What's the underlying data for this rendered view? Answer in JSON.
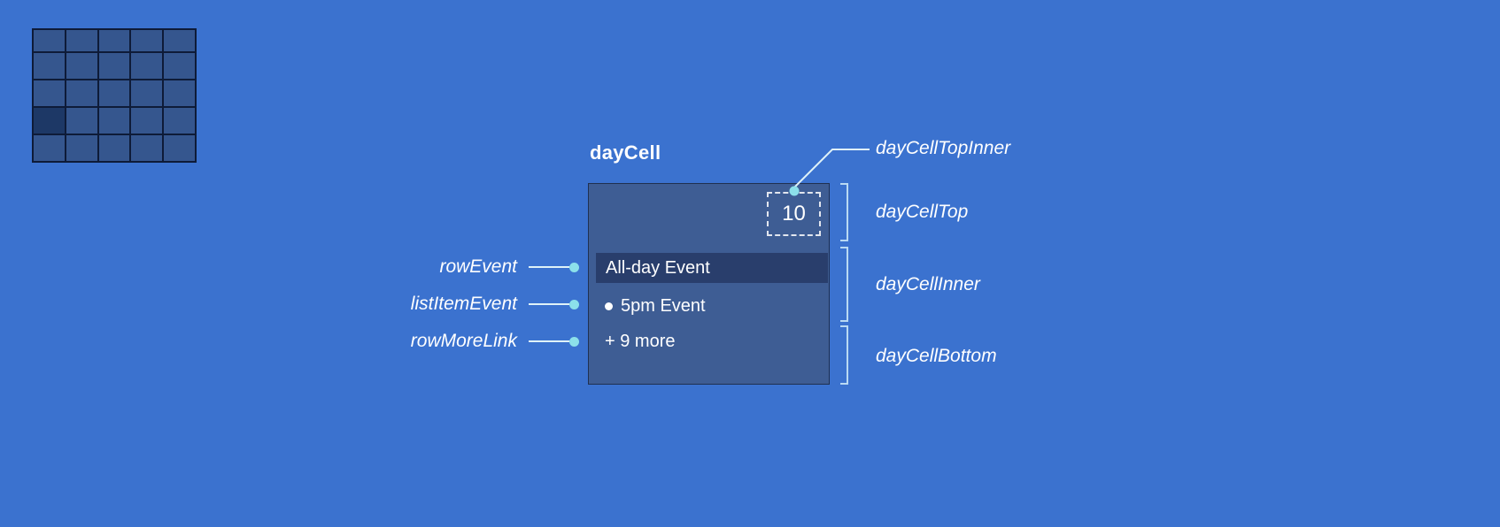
{
  "colors": {
    "background": "#3b72cf",
    "text": "#ffffff",
    "box_fill": "#3e5d94",
    "box_border": "#203050",
    "allday_bar": "#293e6c",
    "connector_line": "#dff2f8",
    "connector_dot": "#8ce0ea",
    "bracket": "#b9d9f3",
    "calendar_cell": "#35568e",
    "calendar_cell_highlight": "#1d3866",
    "calendar_grid_line": "#0e1b38"
  },
  "mini_calendar": {
    "rows": 5,
    "cols": 5,
    "highlighted_cell": {
      "row": 3,
      "col": 0
    }
  },
  "diagram": {
    "title": "dayCell",
    "day_number": "10",
    "events": {
      "all_day": "All-day Event",
      "list_item": "5pm Event",
      "more_link": "+ 9 more"
    },
    "left_labels": [
      {
        "label": "rowEvent"
      },
      {
        "label": "listItemEvent"
      },
      {
        "label": "rowMoreLink"
      }
    ],
    "right_labels": {
      "top_inner": "dayCellTopInner",
      "top": "dayCellTop",
      "inner": "dayCellInner",
      "bottom": "dayCellBottom"
    }
  }
}
